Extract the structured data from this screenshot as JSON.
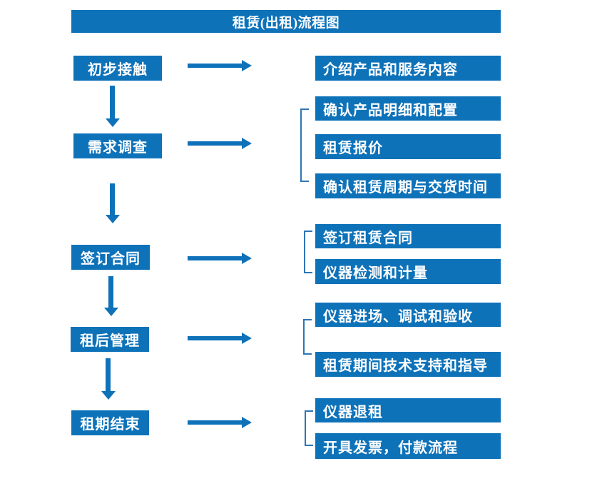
{
  "title": "租赁(出租)流程图",
  "colors": {
    "primary_blue": "#0e72b9",
    "bracket_blue": "#2e75b6",
    "box_text": "#ffffff",
    "background": "#ffffff"
  },
  "steps": [
    {
      "label": "初步接触",
      "details": [
        "介绍产品和服务内容"
      ]
    },
    {
      "label": "需求调查",
      "details": [
        "确认产品明细和配置",
        "租赁报价",
        "确认租赁周期与交货时间"
      ]
    },
    {
      "label": "签订合同",
      "details": [
        "签订租赁合同",
        "仪器检测和计量"
      ]
    },
    {
      "label": "租后管理",
      "details": [
        "仪器进场、调试和验收",
        "租赁期间技术支持和指导"
      ]
    },
    {
      "label": "租期结束",
      "details": [
        "仪器退租",
        "开具发票，付款流程"
      ]
    }
  ]
}
